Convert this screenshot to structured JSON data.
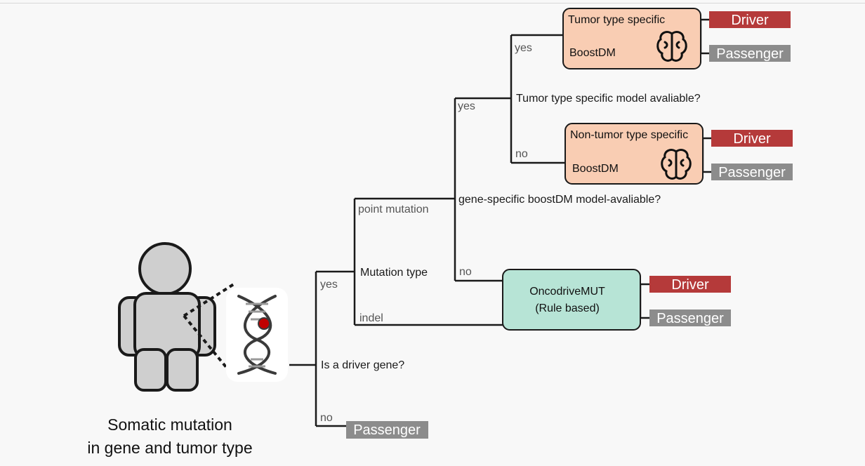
{
  "colors": {
    "driver": "#b53a3a",
    "passenger": "#8c8c8c",
    "boostdm_box": "#f9cdb3",
    "oncodrive_box": "#b7e4d6"
  },
  "icons": [
    "person-icon",
    "dna-icon",
    "brain-icon"
  ],
  "caption": {
    "line1": "Somatic mutation",
    "line2": "in gene and tumor type"
  },
  "questions": {
    "driver_gene": "Is a driver gene?",
    "mutation_type": "Mutation type",
    "gene_model": "gene-specific boostDM model-avaliable?",
    "tumor_model": "Tumor type specific model avaliable?"
  },
  "branches": {
    "driver_gene_yes": "yes",
    "driver_gene_no": "no",
    "point_mutation": "point mutation",
    "indel": "indel",
    "gene_model_yes": "yes",
    "gene_model_no": "no",
    "tumor_model_yes": "yes",
    "tumor_model_no": "no"
  },
  "boxes": {
    "tumor_specific": {
      "title": "Tumor type specific",
      "model": "BoostDM"
    },
    "non_tumor_specific": {
      "title": "Non-tumor type specific",
      "model": "BoostDM"
    },
    "oncodrive": {
      "line1": "OncodriveMUT",
      "line2": "(Rule based)"
    }
  },
  "outcomes": {
    "driver": "Driver",
    "passenger": "Passenger"
  }
}
